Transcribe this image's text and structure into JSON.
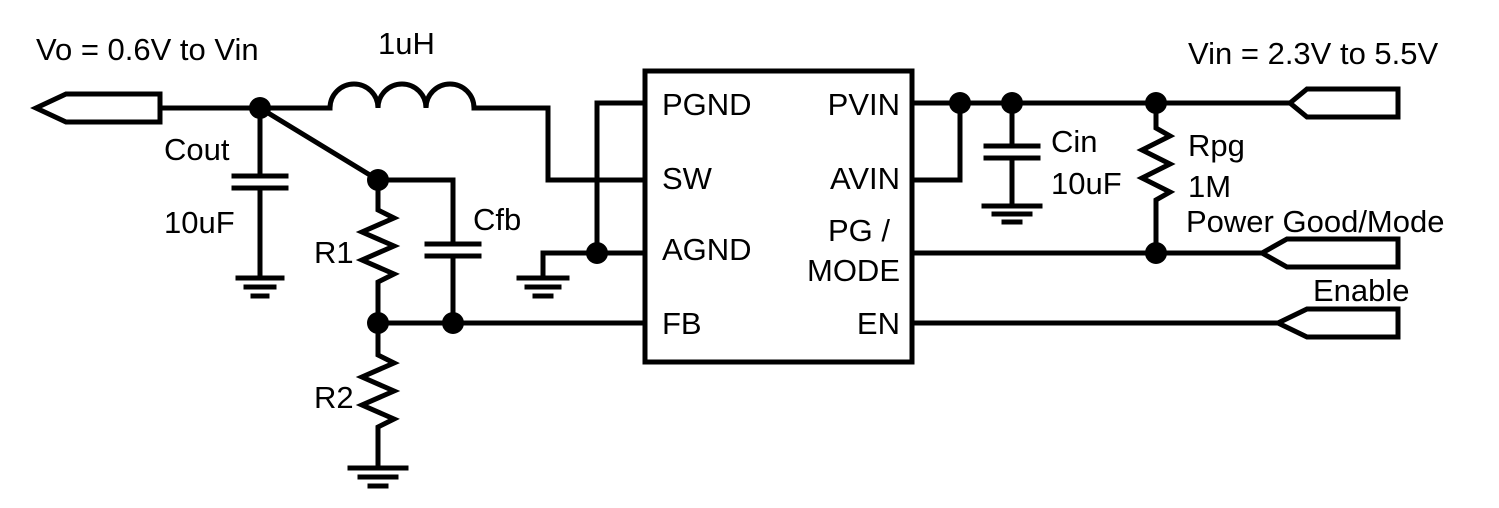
{
  "labels": {
    "vout": "Vo = 0.6V to Vin",
    "vin": "Vin = 2.3V to 5.5V",
    "inductor": "1uH",
    "cout_name": "Cout",
    "cout_value": "10uF",
    "cin_name": "Cin",
    "cin_value": "10uF",
    "rpg_name": "Rpg",
    "rpg_value": "1M",
    "cfb": "Cfb",
    "r1": "R1",
    "r2": "R2",
    "power_good": "Power Good/Mode",
    "enable": "Enable"
  },
  "ic_pins": {
    "left": [
      "PGND",
      "SW",
      "AGND",
      "FB"
    ],
    "right": [
      "PVIN",
      "AVIN",
      "PG /",
      "MODE",
      "EN"
    ]
  }
}
